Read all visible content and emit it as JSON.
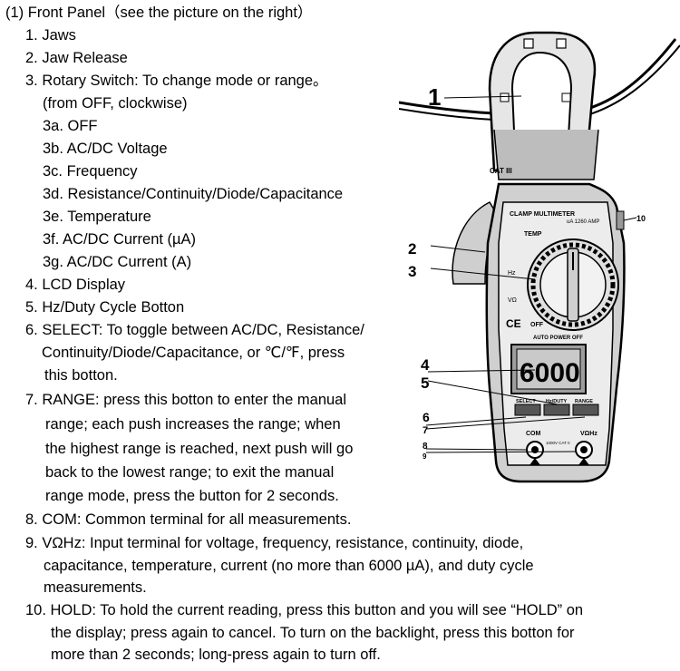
{
  "heading": "(1) Front Panel（see the picture on the right）",
  "lines": [
    "1. Jaws",
    "2. Jaw Release",
    "3. Rotary Switch: To change mode or range。",
    "(from OFF, clockwise)",
    "3a. OFF",
    "3b. AC/DC Voltage",
    "3c. Frequency",
    "3d. Resistance/Continuity/Diode/Capacitance",
    "3e. Temperature",
    "3f. AC/DC Current (µA)",
    "3g. AC/DC Current (A)",
    "4. LCD Display",
    "5. Hz/Duty Cycle Botton",
    "6. SELECT: To toggle between AC/DC, Resistance/",
    "Continuity/Diode/Capacitance, or ℃/℉, press",
    "this botton.",
    "7. RANGE: press this botton to enter the manual",
    "range; each push increases the range; when",
    "the highest range is reached, next push will go",
    "back to the lowest range; to exit the manual",
    "range mode, press the button for 2 seconds.",
    "8. COM: Common terminal for all measurements.",
    "9. VΩHz: Input terminal for voltage, frequency, resistance, continuity, diode,",
    "capacitance, temperature, current (no more than 6000 µA), and duty cycle",
    "measurements.",
    "10. HOLD: To hold the current reading, press this button and you will see “HOLD” on",
    "the display; press again to cancel. To turn on the backlight, press this botton for",
    "more than 2 seconds; long-press again to turn off."
  ],
  "figure": {
    "callouts": [
      "1",
      "2",
      "3",
      "4",
      "5",
      "6",
      "7",
      "8",
      "9",
      "10"
    ],
    "cat_label": "CAT III",
    "brand_label": "CLAMP MULTIMETER",
    "range_label": "uA   1260 AMP",
    "temp_label": "TEMP",
    "off_label": "OFF",
    "ce_label": "CE",
    "auto_off_label": "AUTO POWER OFF",
    "lcd_value": "6000",
    "btn_select": "SELECT",
    "btn_hz": "Hz/DUTY",
    "btn_range": "RANGE",
    "com_label": "COM",
    "vohz_label": "VΩHz",
    "terminal_rating": "1000V CAT II"
  }
}
